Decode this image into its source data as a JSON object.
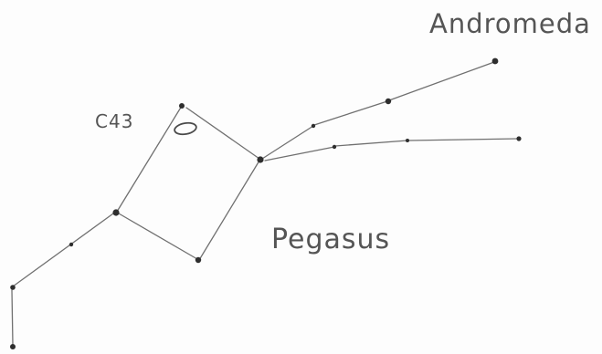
{
  "labels": {
    "andromeda": "Andromeda",
    "pegasus": "Pegasus",
    "c43": "C43"
  },
  "colors": {
    "paper": "#fdfdfd",
    "pencil": "#555555",
    "star": "#2d2d2d",
    "line": "#6a6a6a"
  }
}
